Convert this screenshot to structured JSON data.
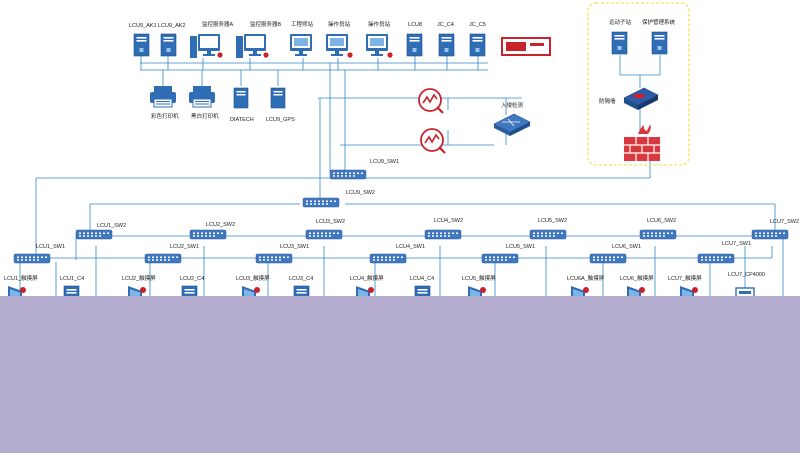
{
  "colors": {
    "link": "#2f88c7",
    "switch": "#3f78c0",
    "band": "#b4adcf",
    "dmz_border": "#f2e65a",
    "firewall": "#d9393e",
    "accent_red": "#c8232c"
  },
  "top_devices": {
    "lcu9_ak1": "LCU9_AK1",
    "lcu9_ak2": "LCU9_AK2",
    "monitor_server_a": "监控服务器A",
    "monitor_server_b": "监控服务器B",
    "engineer_station": "工程师站",
    "operator_station_1": "操作员站",
    "operator_station_2": "操作员站",
    "lcu8": "LCU8",
    "jc_c4": "JC_C4",
    "jc_c5": "JC_C5"
  },
  "peripherals": {
    "color_printer": "彩色打印机",
    "bw_printer": "黑白打印机",
    "diatech": "DIATECH",
    "lcu9_gps": "LCU9_GPS"
  },
  "dmz": {
    "remote_station": "远动子站",
    "protection_system": "保护管理系统",
    "isolator": "防隔墙"
  },
  "intrusion": {
    "label": "入侵检测"
  },
  "core_switches": {
    "lcu9_sw1": "LCU9_SW1",
    "lcu9_sw2": "LCU9_SW2"
  },
  "ring_switches": {
    "lcu1_sw2": "LCU1_SW2",
    "lcu2_sw2": "LCU2_SW2",
    "lcu3_sw2": "LCU3_SW2",
    "lcu4_sw2": "LCU4_SW2",
    "lcu5_sw2": "LCU5_SW2",
    "lcu6_sw2": "LCU6_SW2",
    "lcu7_sw2": "LCU7_SW2",
    "lcu1_sw1": "LCU1_SW1",
    "lcu2_sw1": "LCU2_SW1",
    "lcu3_sw1": "LCU3_SW1",
    "lcu4_sw1": "LCU4_SW1",
    "lcu5_sw1": "LCU5_SW1",
    "lcu6_sw1": "LCU6_SW1",
    "lcu7_sw1": "LCU7_SW1"
  },
  "bottom_nodes": {
    "lcu1_touch": "LCU1_触摸屏",
    "lcu1_c4": "LCU1_C4",
    "lcu2_touch": "LCU2_触摸屏",
    "lcu2_c4": "LCU2_C4",
    "lcu3_touch": "LCU3_触摸屏",
    "lcu3_c4": "LCU3_C4",
    "lcu4_touch": "LCU4_触摸屏",
    "lcu4_c4": "LCU4_C4",
    "lcu5_touch": "LCU5_触摸屏",
    "lcu6a_touch": "LCU6A_触摸屏",
    "lcu6_touch": "LCU6_触摸屏",
    "lcu7_touch": "LCU7_触摸屏",
    "lcu7_cp4000": "LCU7_CP4000"
  }
}
